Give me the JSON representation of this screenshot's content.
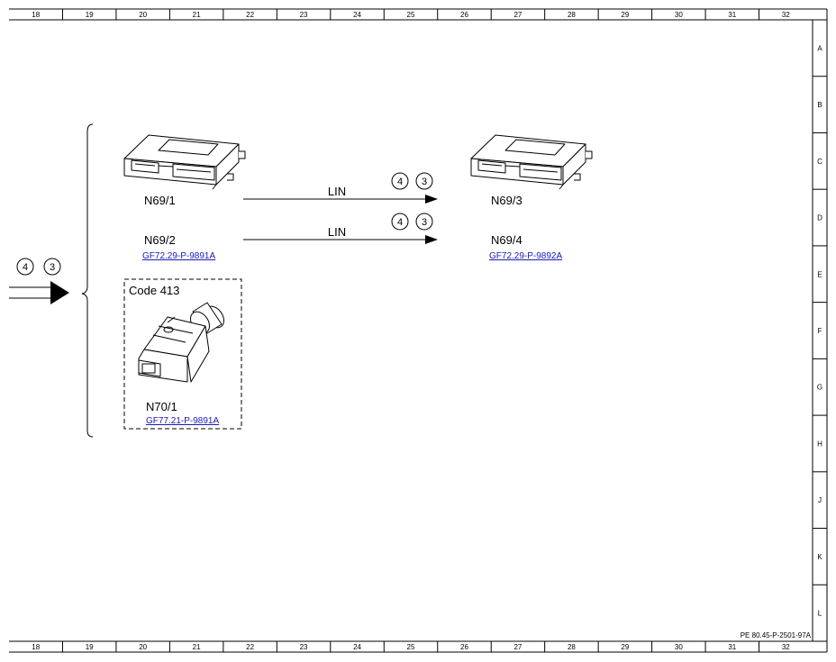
{
  "ruler": {
    "columns": [
      "18",
      "19",
      "20",
      "21",
      "22",
      "23",
      "24",
      "25",
      "26",
      "27",
      "28",
      "29",
      "30",
      "31",
      "32"
    ],
    "rows": [
      "A",
      "B",
      "C",
      "D",
      "E",
      "F",
      "G",
      "H",
      "J",
      "K",
      "L"
    ]
  },
  "input": {
    "bubbles": [
      "4",
      "3"
    ]
  },
  "components": {
    "n69_1": {
      "label": "N69/1"
    },
    "n69_2": {
      "label": "N69/2",
      "link": "GF72.29-P-9891A"
    },
    "n69_3": {
      "label": "N69/3"
    },
    "n69_4": {
      "label": "N69/4",
      "link": "GF72.29-P-9892A"
    },
    "n70_1": {
      "label": "N70/1",
      "link": "GF77.21-P-9891A",
      "code": "Code 413"
    }
  },
  "connections": [
    {
      "label": "LIN",
      "bubbles": [
        "4",
        "3"
      ]
    },
    {
      "label": "LIN",
      "bubbles": [
        "4",
        "3"
      ]
    }
  ],
  "doc_id": "PE 80.45-P-2501-97A"
}
